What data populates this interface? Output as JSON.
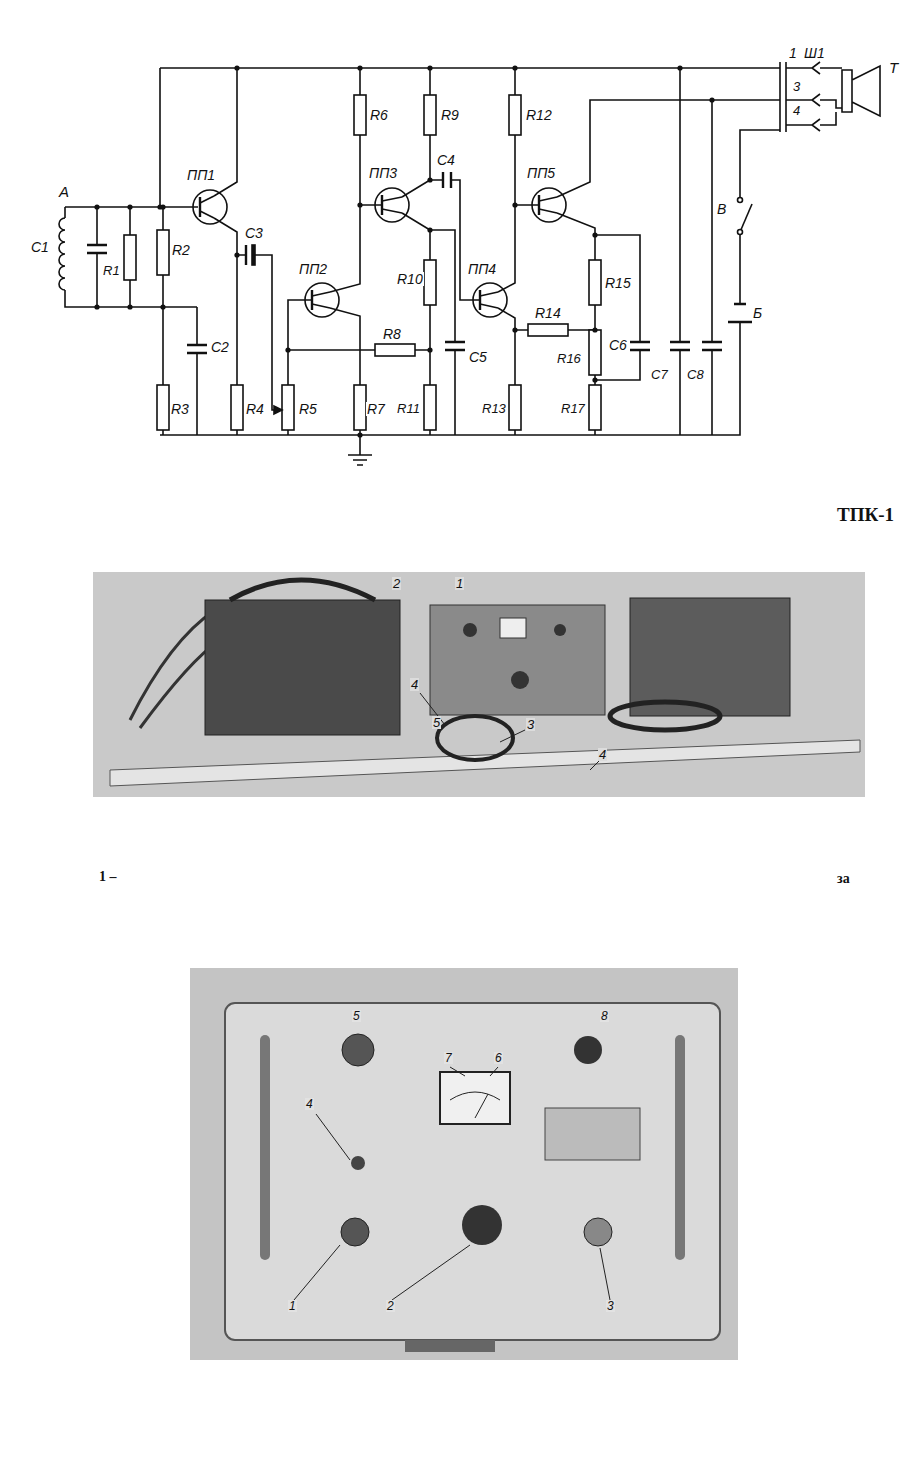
{
  "diagram": {
    "labels": [
      "1",
      "Ш1",
      "Т",
      "R6",
      "R9",
      "R12",
      "3",
      "4",
      "C4",
      "ПП1",
      "ПП3",
      "ПП5",
      "А",
      "C3",
      "В",
      "C1",
      "R2",
      "R1",
      "R10",
      "ПП2",
      "ПП4",
      "R15",
      "R14",
      "R8",
      "C6",
      "R16",
      "C5",
      "C7",
      "C8",
      "Б",
      "C2",
      "R3",
      "R4",
      "R5",
      "R7",
      "R11",
      "R13",
      "R17",
      "ТПК-1",
      "2",
      "1",
      "4",
      "5",
      "3",
      "4",
      "1 –",
      "за",
      "5",
      "4",
      "7",
      "6",
      "8",
      "1",
      "2",
      "3"
    ]
  }
}
